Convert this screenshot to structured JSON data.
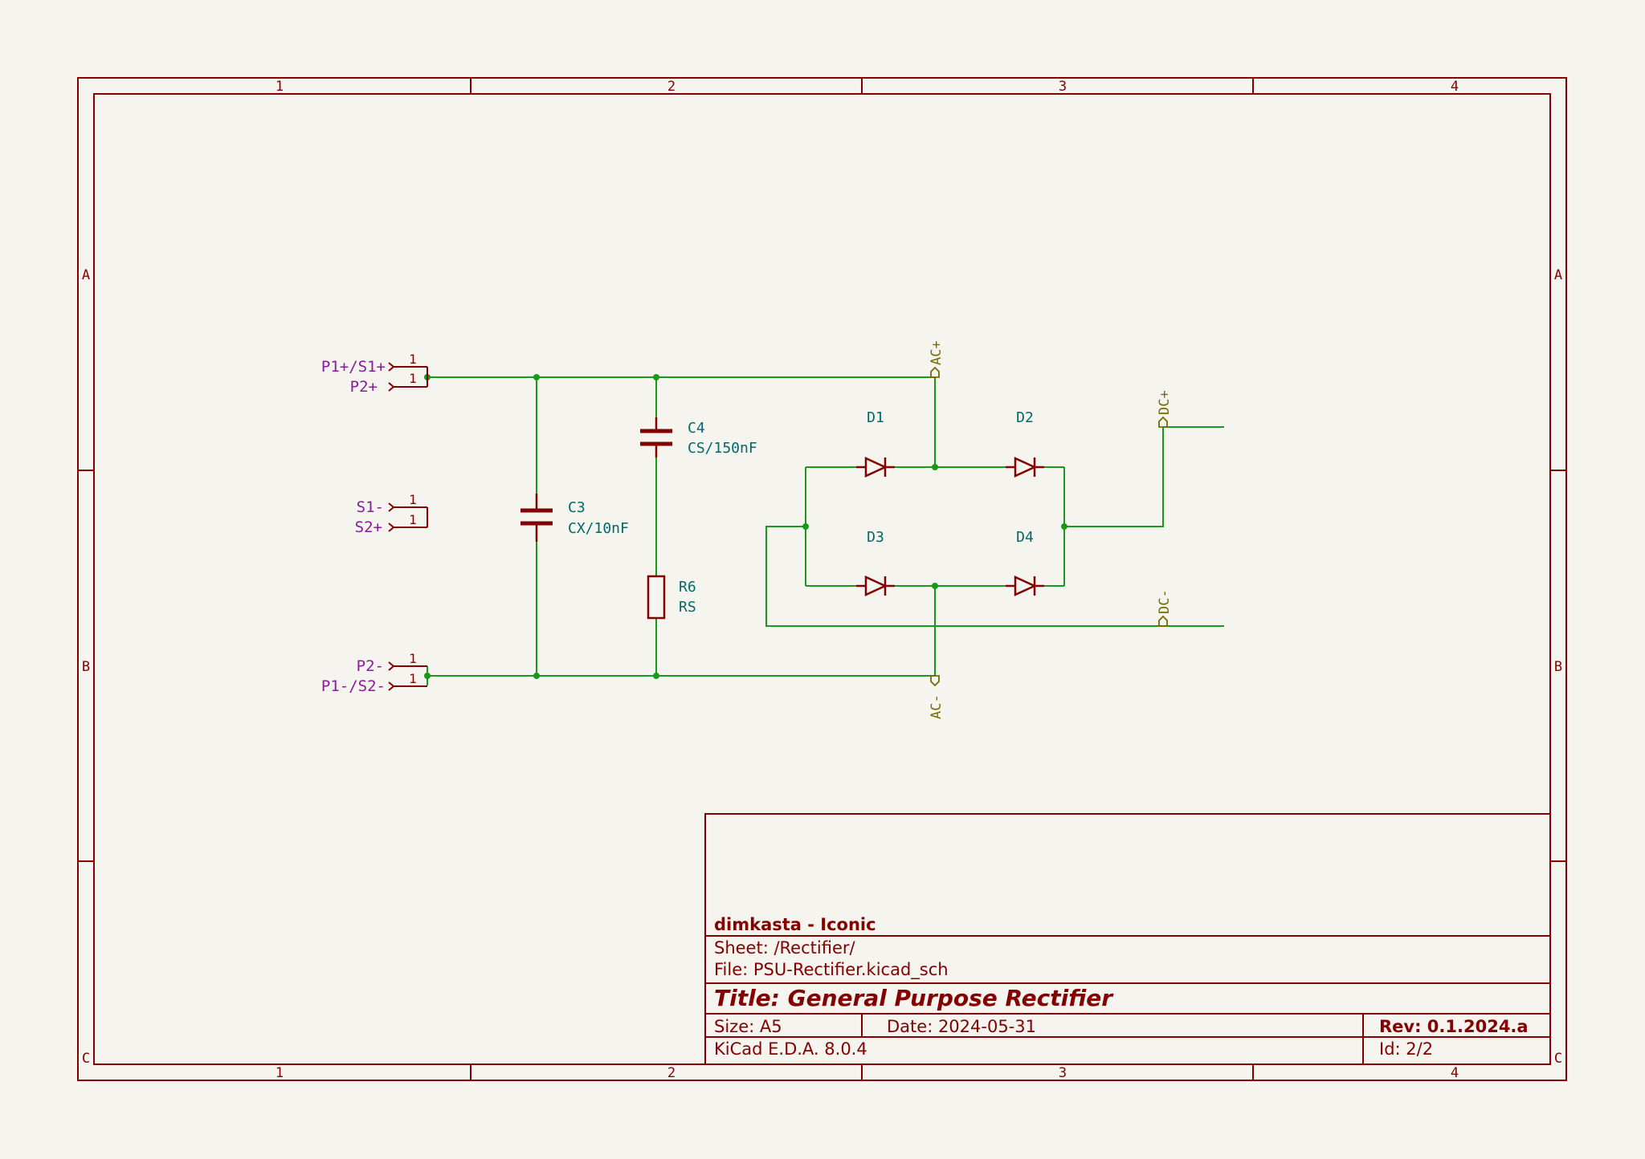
{
  "frame": {
    "columns": [
      "1",
      "2",
      "3",
      "4"
    ],
    "rows": [
      "A",
      "B",
      "C"
    ]
  },
  "connectors": {
    "p1_s1_plus": {
      "label": "P1+/S1+",
      "pin": "1"
    },
    "p2_plus": {
      "label": "P2+",
      "pin": "1"
    },
    "s1_minus": {
      "label": "S1-",
      "pin": "1"
    },
    "s2_plus": {
      "label": "S2+",
      "pin": "1"
    },
    "p2_minus": {
      "label": "P2-",
      "pin": "1"
    },
    "p1_s2_minus": {
      "label": "P1-/S2-",
      "pin": "1"
    }
  },
  "components": {
    "c3": {
      "ref": "C3",
      "value": "CX/10nF"
    },
    "c4": {
      "ref": "C4",
      "value": "CS/150nF"
    },
    "r6": {
      "ref": "R6",
      "value": "RS"
    },
    "d1": {
      "ref": "D1"
    },
    "d2": {
      "ref": "D2"
    },
    "d3": {
      "ref": "D3"
    },
    "d4": {
      "ref": "D4"
    }
  },
  "net_labels": {
    "ac_plus": "AC+",
    "ac_minus": "AC-",
    "dc_plus": "DC+",
    "dc_minus": "DC-"
  },
  "title_block": {
    "company": "dimkasta - Iconic",
    "sheet": "Sheet: /Rectifier/",
    "file": "File: PSU-Rectifier.kicad_sch",
    "title": "Title: General Purpose Rectifier",
    "size": "Size: A5",
    "date": "Date: 2024-05-31",
    "rev": "Rev: 0.1.2024.a",
    "tool": "KiCad E.D.A. 8.0.4",
    "id": "Id: 2/2"
  },
  "colors": {
    "frame": "#840000",
    "wire": "#179a17",
    "reference": "#00696b",
    "hier_label": "#8a1a9e",
    "net_label": "#7a6a00",
    "background": "#f5f4ef"
  }
}
